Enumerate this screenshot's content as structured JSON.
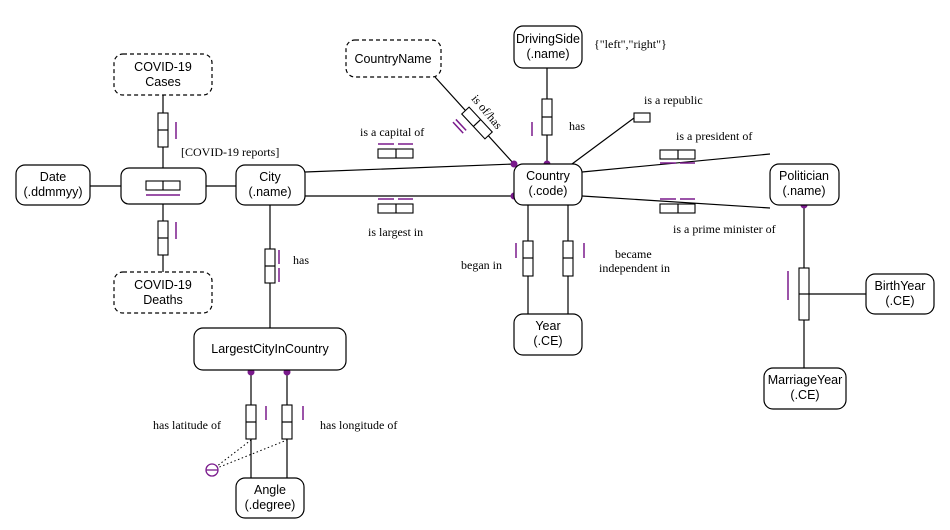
{
  "entities": {
    "covid_cases": [
      "COVID-19",
      "Cases"
    ],
    "covid_deaths": [
      "COVID-19",
      "Deaths"
    ],
    "date": [
      "Date",
      "(.ddmmyy)"
    ],
    "city": [
      "City",
      "(.name)"
    ],
    "country_name": [
      "CountryName"
    ],
    "driving_side": [
      "DrivingSide",
      "(.name)"
    ],
    "country": [
      "Country",
      "(.code)"
    ],
    "politician": [
      "Politician",
      "(.name)"
    ],
    "largest_city": [
      "LargestCityInCountry"
    ],
    "year": [
      "Year",
      "(.CE)"
    ],
    "birth_year": [
      "BirthYear",
      "(.CE)"
    ],
    "marriage_year": [
      "MarriageYear",
      "(.CE)"
    ],
    "angle": [
      "Angle",
      "(.degree)"
    ]
  },
  "labels": {
    "covid_reports": "[COVID-19 reports]",
    "is_capital_of": "is a capital of",
    "is_largest_in": "is largest in",
    "is_of_has": "is of/has",
    "has_driving": "has",
    "driving_values": "{\"left\",\"right\"}",
    "is_republic": "is a republic",
    "is_president_of": "is a president of",
    "is_prime_minister_of": "is a prime minister of",
    "began_in": "began in",
    "became_independent_in_1": "became",
    "became_independent_in_2": "independent in",
    "city_has": "has",
    "has_latitude_of": "has latitude of",
    "has_longitude_of": "has longitude of"
  }
}
